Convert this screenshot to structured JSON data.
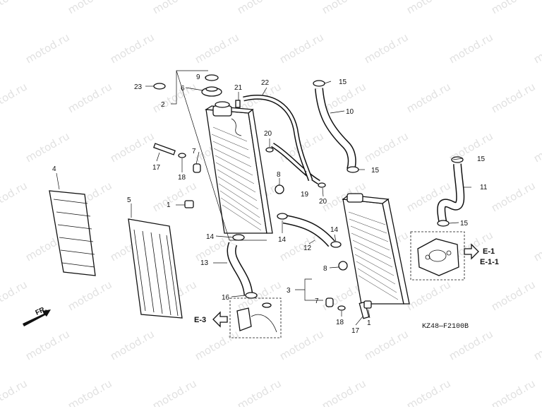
{
  "watermark": {
    "text": "motod.ru"
  },
  "diagram_code": "KZ48—F2100B",
  "labels": {
    "l1a": "1",
    "l1b": "1",
    "l2": "2",
    "l3": "3",
    "l4": "4",
    "l5": "5",
    "l6": "6",
    "l7a": "7",
    "l7b": "7",
    "l8a": "8",
    "l8b": "8",
    "l9": "9",
    "l10": "10",
    "l11": "11",
    "l12": "12",
    "l13": "13",
    "l14a": "14",
    "l14b": "14",
    "l14c": "14",
    "l15a": "15",
    "l15b": "15",
    "l15c": "15",
    "l15d": "15",
    "l16": "16",
    "l17a": "17",
    "l17b": "17",
    "l18a": "18",
    "l18b": "18",
    "l19": "19",
    "l20a": "20",
    "l20b": "20",
    "l21": "21",
    "l22": "22",
    "l23": "23"
  },
  "references": {
    "e1": "E-1",
    "e11": "E-1-1",
    "e3": "E-3"
  },
  "front_arrow": "FR."
}
